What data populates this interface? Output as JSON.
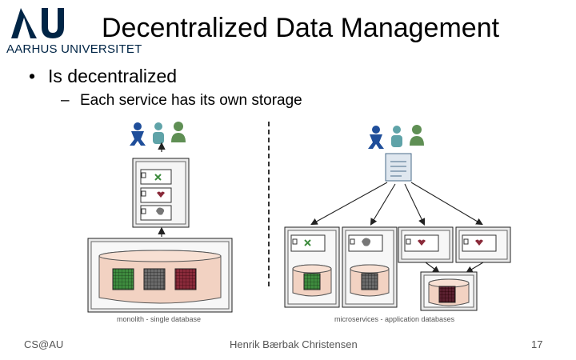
{
  "header": {
    "logo_text": "AARHUS UNIVERSITET",
    "title": "Decentralized Data Management"
  },
  "content": {
    "bullet_1": "Is decentralized",
    "bullet_2": "Each service has its own storage"
  },
  "diagram": {
    "left_caption": "monolith - single database",
    "right_caption": "microservices - application databases"
  },
  "footer": {
    "left": "CS@AU",
    "center": "Henrik Bærbak Christensen",
    "page_number": "17"
  },
  "colors": {
    "user_blue": "#1f4e9a",
    "user_teal": "#5fa3a8",
    "user_green": "#5f8f54",
    "db_fill": "#f2d2c2",
    "grid_green": "#3e8c3e",
    "grid_gray": "#6b6b6b",
    "grid_red": "#8a2a3a",
    "logo_navy": "#002546"
  }
}
